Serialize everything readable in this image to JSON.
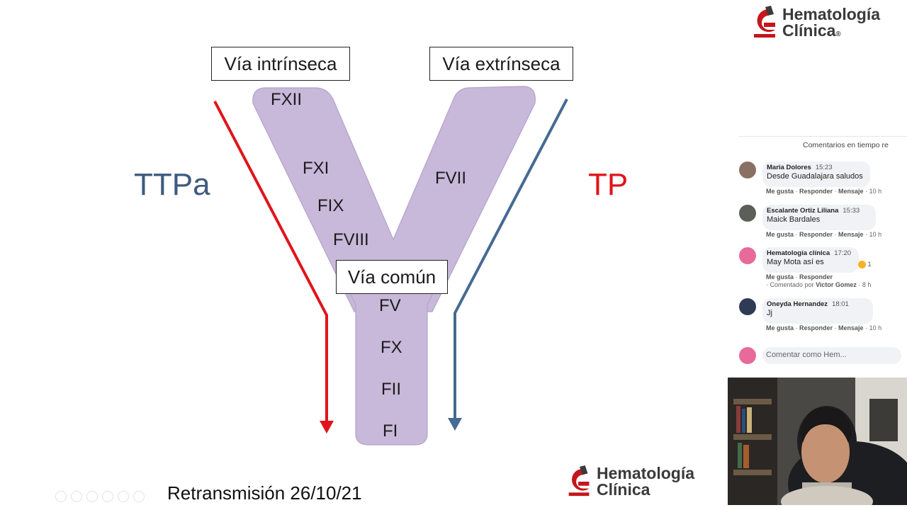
{
  "logo_top": {
    "line1": "Hematología",
    "line2": "Clínica",
    "mark": "®"
  },
  "logo_bottom": {
    "line1": "Hematología",
    "line2": "Clínica"
  },
  "diagram": {
    "intrinsic_label": "Vía intrínseca",
    "extrinsic_label": "Vía extrínseca",
    "common_label": "Vía común",
    "left_test": "TTPa",
    "right_test": "TP",
    "intrinsic_factors": [
      "FXII",
      "FXI",
      "FIX",
      "FVIII"
    ],
    "extrinsic_factors": [
      "FVII"
    ],
    "common_factors": [
      "FV",
      "FX",
      "FII",
      "FI"
    ],
    "colors": {
      "arm": "#c8b8da",
      "left_arrow": "#e0151b",
      "right_arrow": "#466a92",
      "left_text": "#3d5a80",
      "right_text": "#e0151b"
    }
  },
  "caption": "Retransmisión 26/10/21",
  "comments": {
    "header": "Comentarios en tiempo re",
    "items": [
      {
        "author": "Maria Dolores",
        "time": "15:23",
        "text": "Desde Guadalajara saludos",
        "actions": [
          "Me gusta",
          "Responder",
          "Mensaje",
          "10 h"
        ]
      },
      {
        "author": "Escalante Ortiz Liliana",
        "time": "15:33",
        "text": "Maick Bardales",
        "actions": [
          "Me gusta",
          "Responder",
          "Mensaje",
          "10 h"
        ]
      },
      {
        "author": "Hematología clínica",
        "time": "17:20",
        "text": "May Mota así es",
        "actions": [
          "Me gusta",
          "Responder"
        ],
        "reaction_count": "1",
        "commented_by": "Comentado por",
        "commented_by_name": "Victor Gomez",
        "commented_age": "8 h"
      },
      {
        "author": "Oneyda Hernandez",
        "time": "18:01",
        "text": "Jj",
        "actions": [
          "Me gusta",
          "Responder",
          "Mensaje",
          "10 h"
        ]
      }
    ],
    "composer_placeholder": "Comentar como Hem..."
  }
}
